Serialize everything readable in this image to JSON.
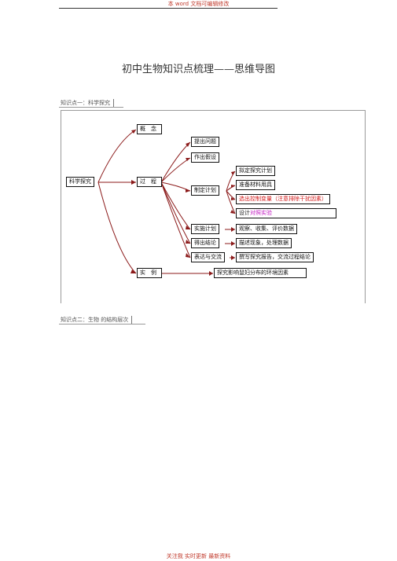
{
  "header": {
    "note": "本 word 文档可编辑修改"
  },
  "title": "初中生物知识点梳理——思维导图",
  "section1": {
    "label": "知识点一：科学探究"
  },
  "section2": {
    "label": "知识点二：生物 的结构层次"
  },
  "mindmap": {
    "root": "科学探究",
    "concept": "概　念",
    "process": "过　程",
    "example": "实　例",
    "steps": {
      "ask": "提出问题",
      "hypothesis": "作出假设",
      "plan": "制定计划",
      "implement": "实施计划",
      "conclude": "得出结论",
      "express": "表达与交流"
    },
    "plan_items": {
      "draft": "拟定探究计划",
      "materials": "准备材料用具",
      "control": "选出控制变量（注意排除干扰因素）",
      "design_prefix": "设计",
      "design_suffix": "对照实验"
    },
    "details": {
      "implement": "观察、收集、评价数据",
      "conclude": "描述现象，处理数据",
      "express": "撰写探究报告，交流过程结论"
    },
    "example_detail": "探究影响鼠妇分布的环境因素"
  },
  "footer": {
    "note": "关注我 实时更新 最新资料"
  },
  "colors": {
    "red_text": "#d11a1a",
    "magenta_text": "#c21ec2",
    "header_red": "#c0392b"
  }
}
